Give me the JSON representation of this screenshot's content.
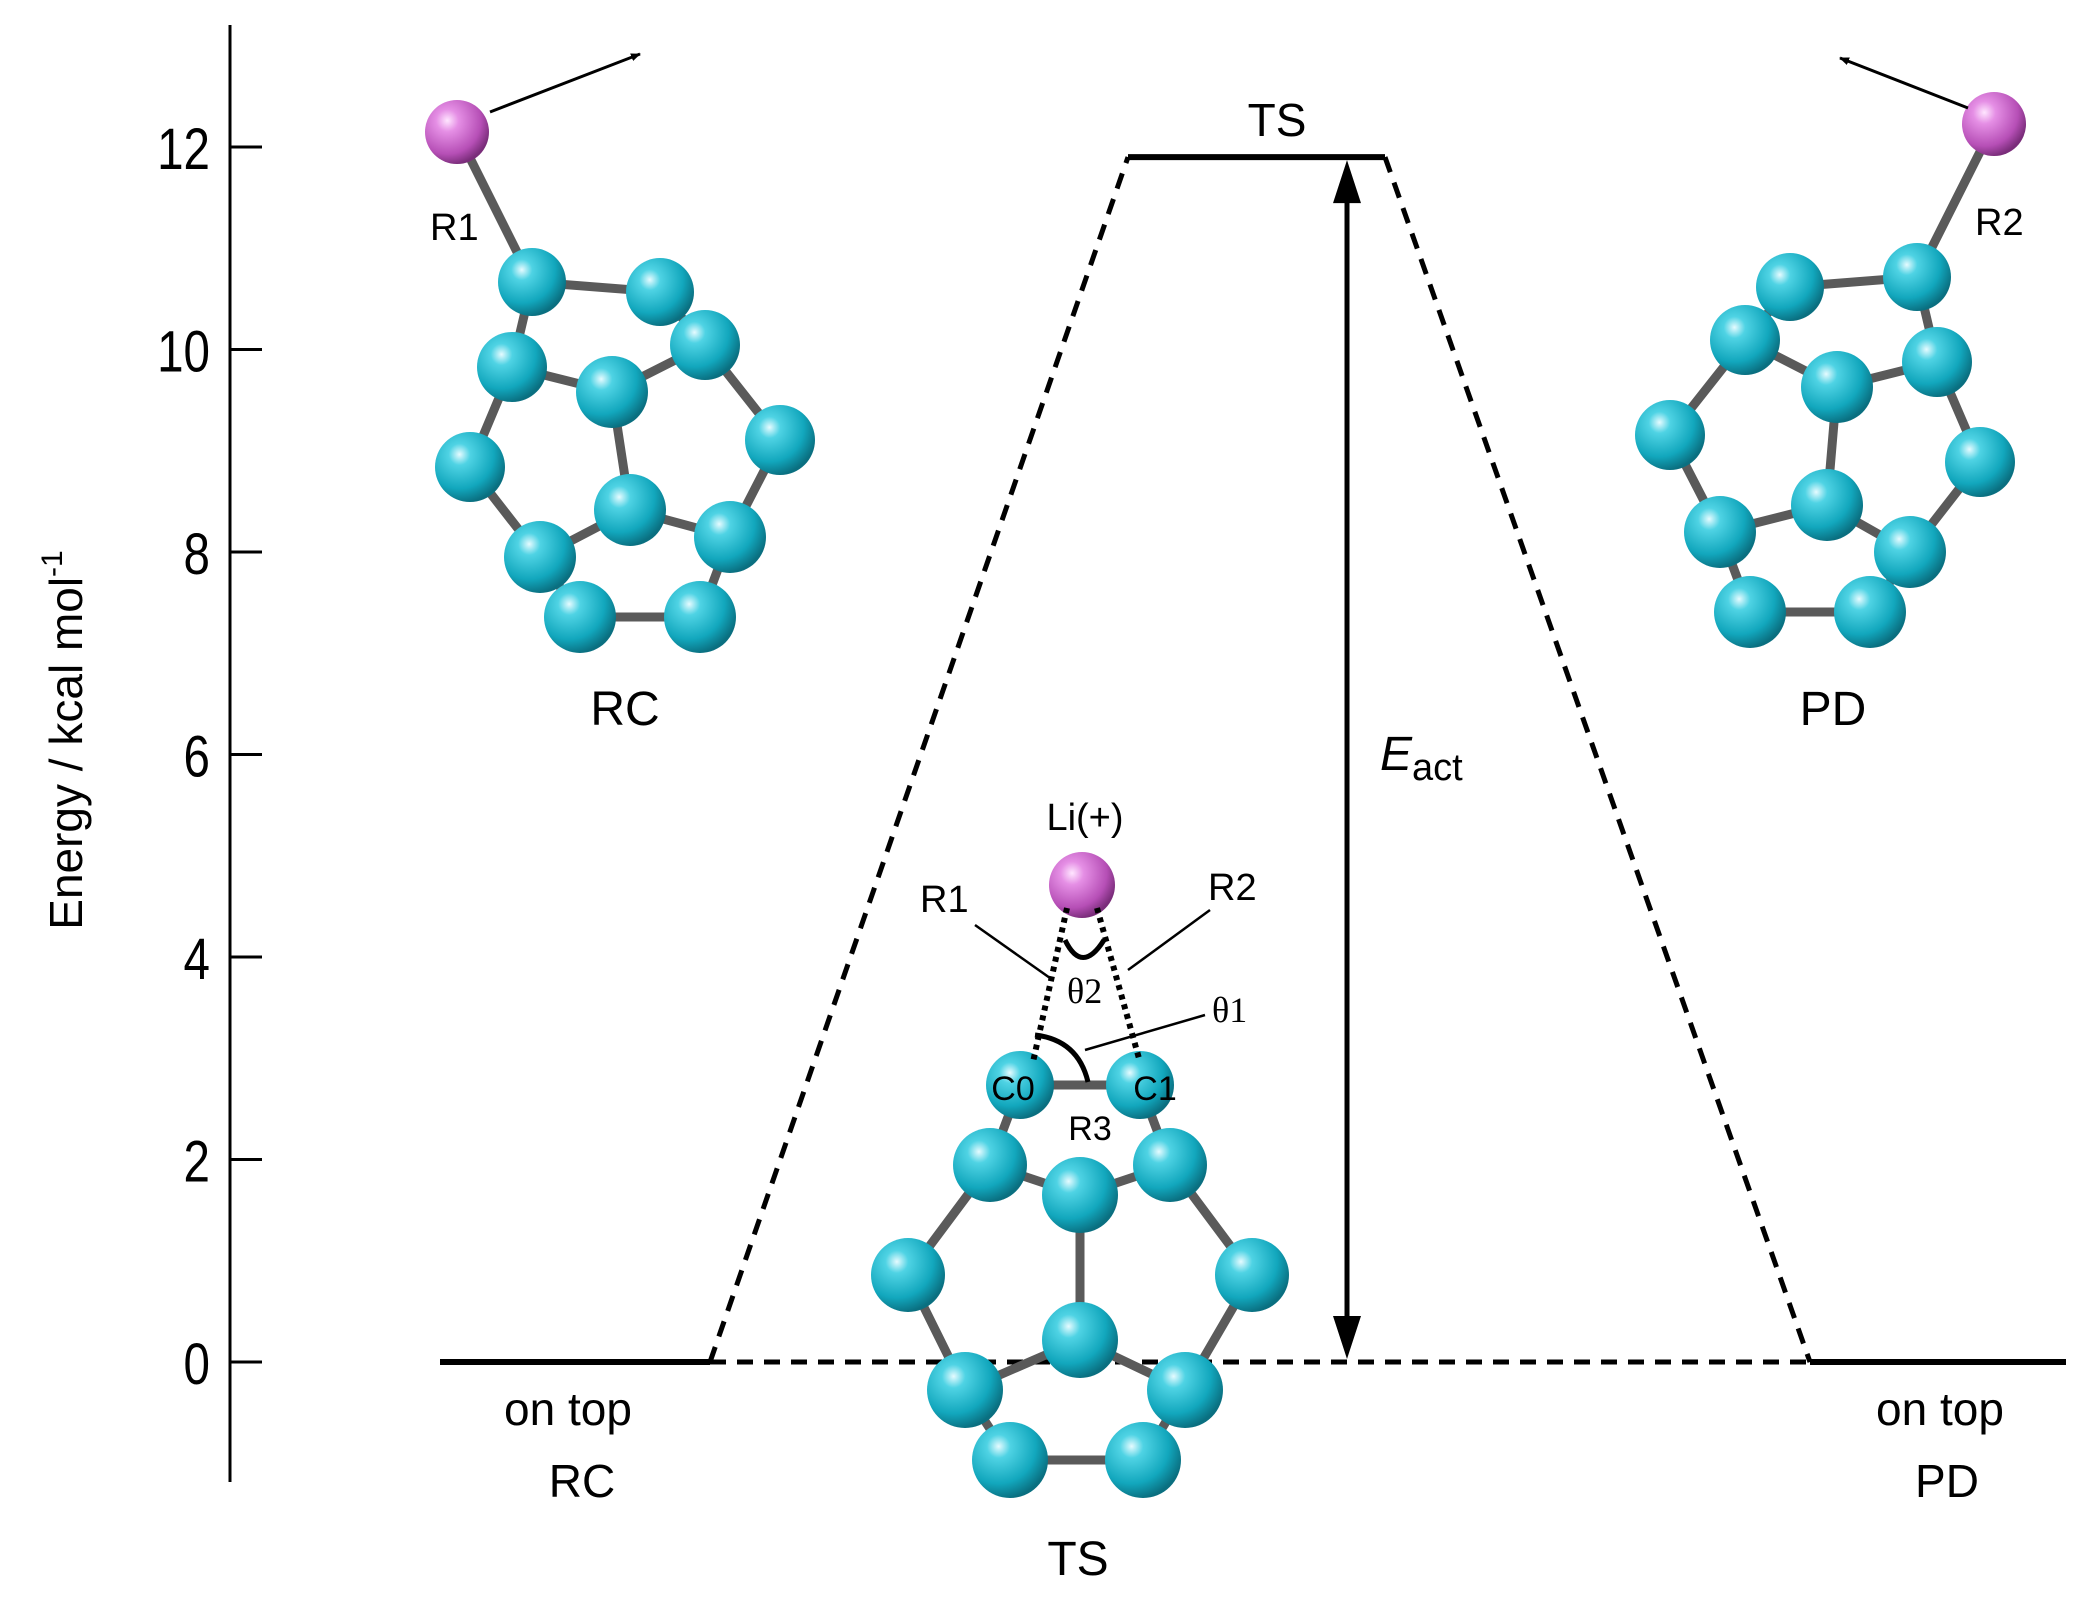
{
  "chart_data": {
    "type": "energy-profile",
    "ylabel": "Energy / kcal mol",
    "ylabel_superscript": "-1",
    "ylim": [
      -1.2,
      13.2
    ],
    "yticks": [
      0,
      2,
      4,
      6,
      8,
      10,
      12
    ],
    "levels": [
      {
        "id": "rc",
        "energy": 0,
        "label_line1": "on top",
        "label_line2": "RC"
      },
      {
        "id": "ts",
        "energy": 11.9,
        "label": "TS"
      },
      {
        "id": "pd",
        "energy": 0,
        "label_line1": "on top",
        "label_line2": "PD"
      }
    ],
    "activation_label_main": "E",
    "activation_label_sub": "act"
  },
  "structures": {
    "rc": {
      "caption": "RC",
      "bond_label": "R1"
    },
    "pd": {
      "caption": "PD",
      "bond_label": "R2"
    },
    "ts": {
      "caption": "TS",
      "ion_label": "Li(+)",
      "r1_label": "R1",
      "r2_label": "R2",
      "theta1_label": "θ1",
      "theta2_label": "θ2",
      "c0_label": "C0",
      "c1_label": "C1",
      "r3_label": "R3"
    }
  },
  "colors": {
    "carbon": "#1fb4c8",
    "lithium": "#cc66cc",
    "bond": "#5a5a5a",
    "line": "#000000"
  }
}
